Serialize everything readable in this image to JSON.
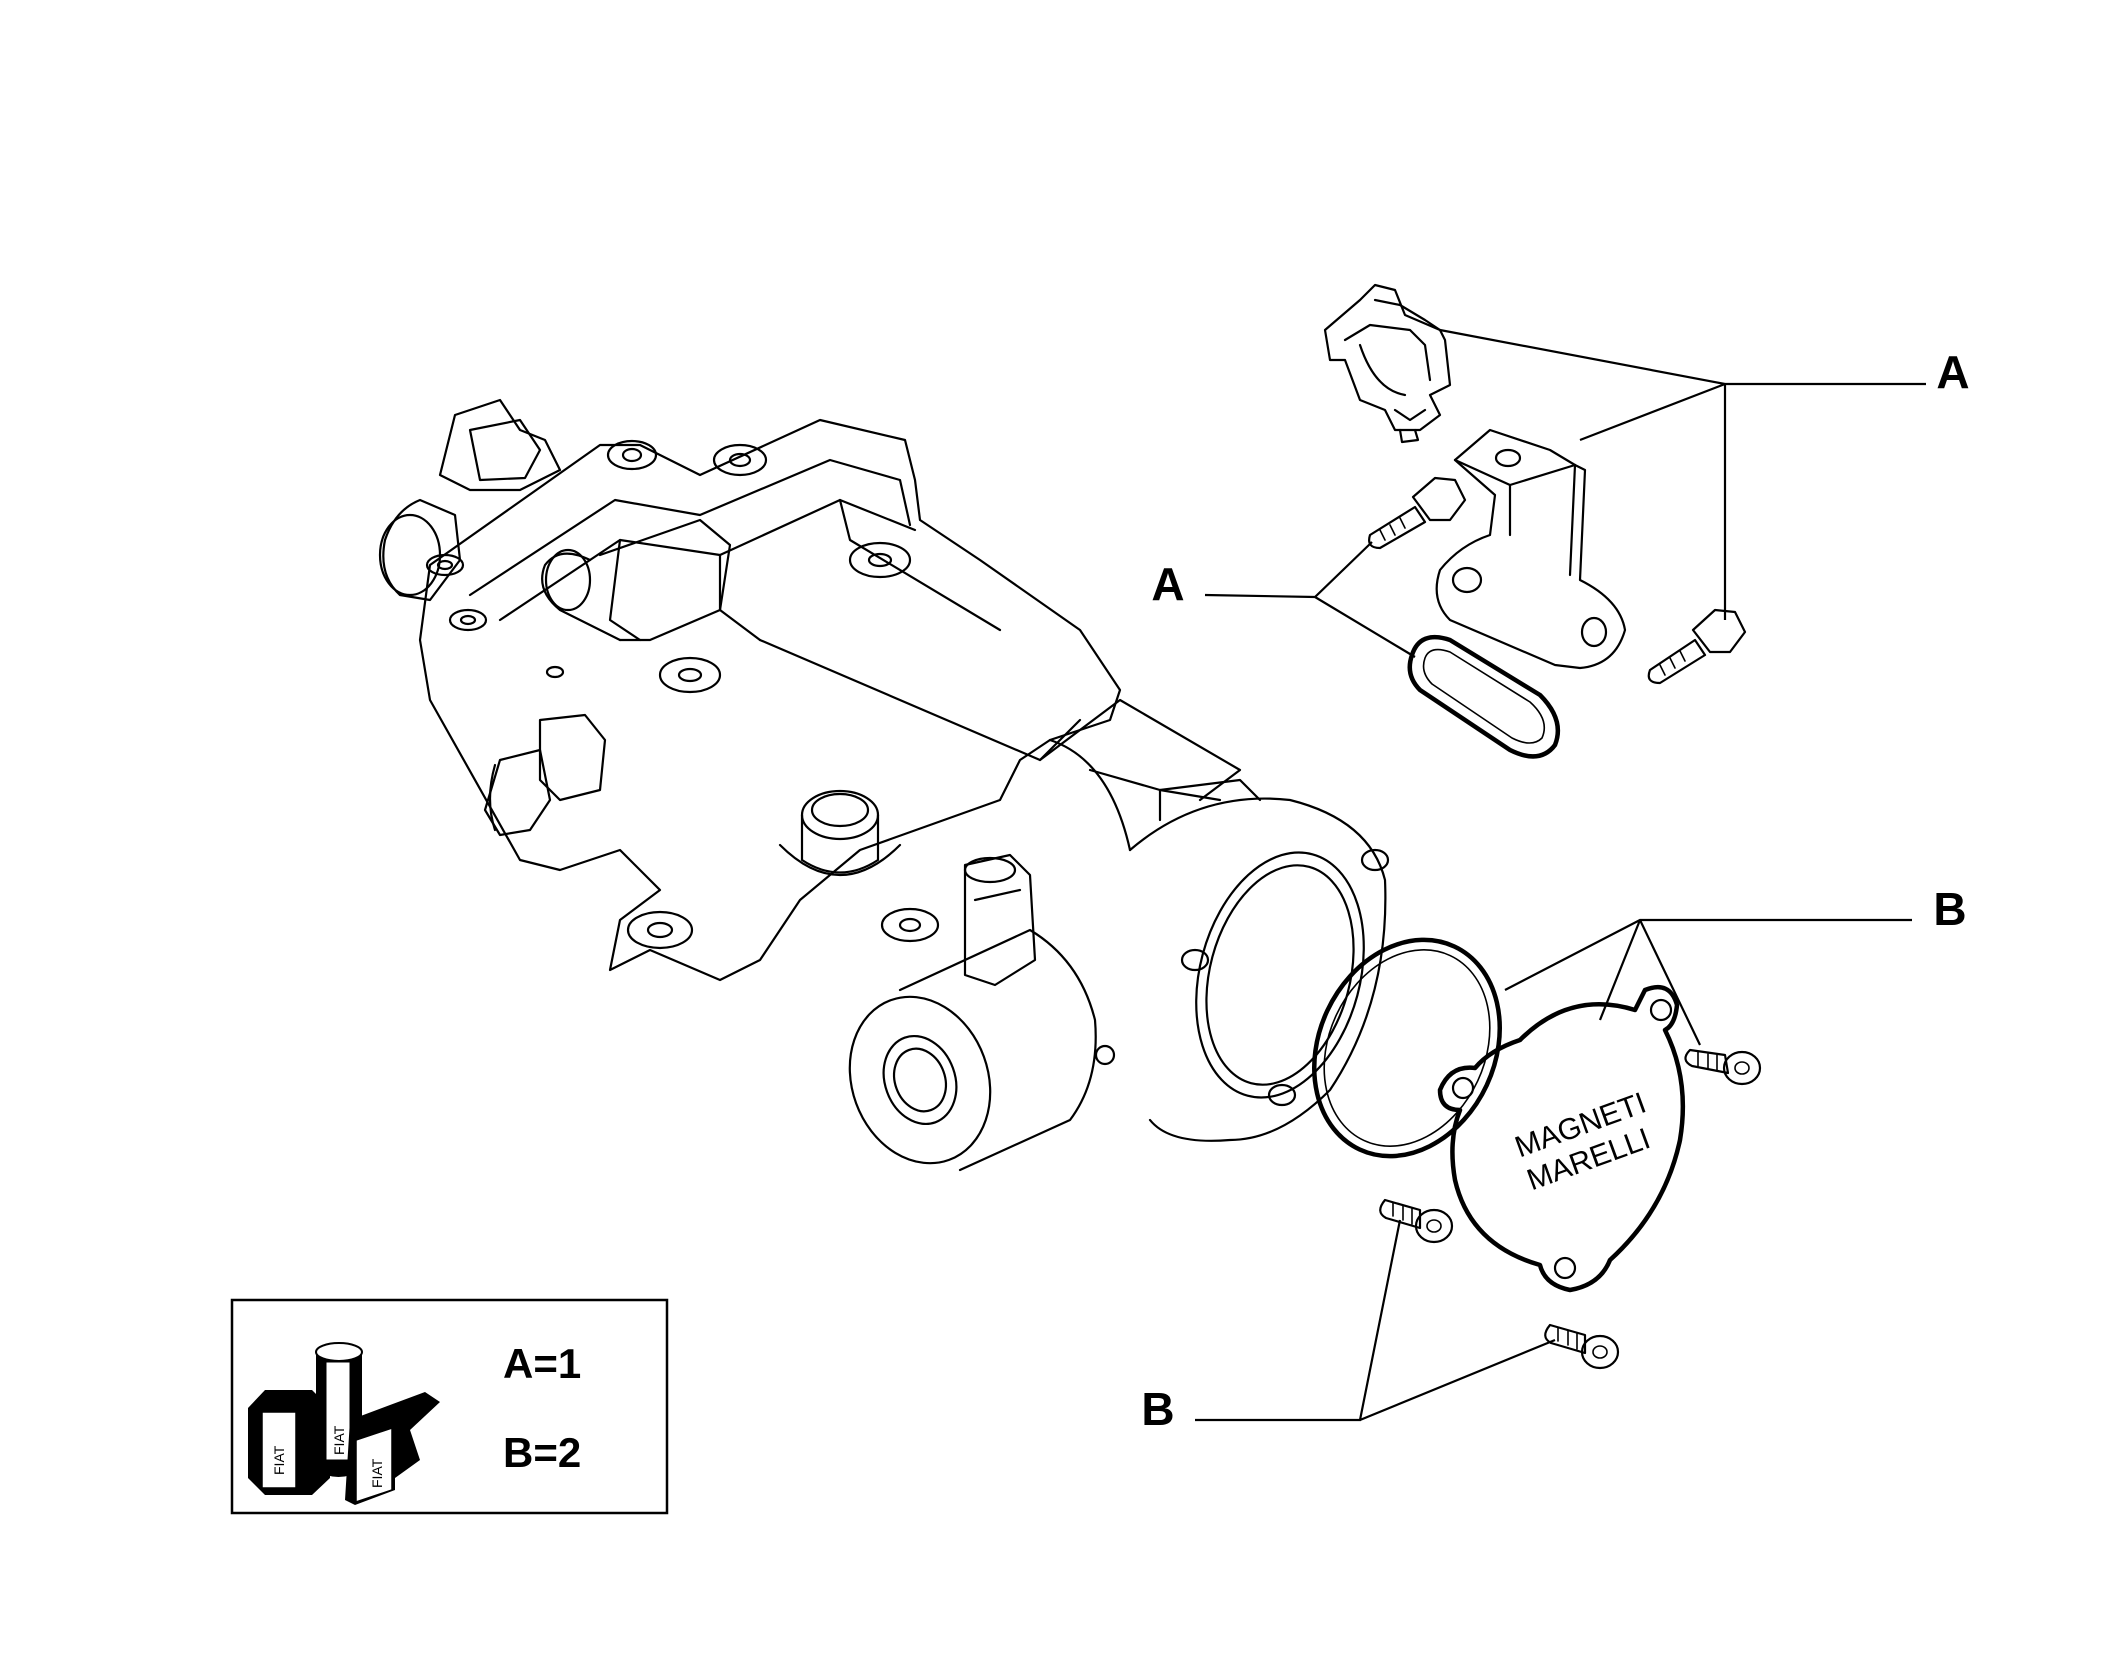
{
  "callouts": {
    "a_top": "A",
    "a_mid": "A",
    "b_top": "B",
    "b_bottom": "B"
  },
  "legend": {
    "line_a": "A=1",
    "line_b": "B=2",
    "logo_text": "FIAT"
  },
  "cover_brand": {
    "line1": "MAGNETI",
    "line2": "MARELLI"
  }
}
